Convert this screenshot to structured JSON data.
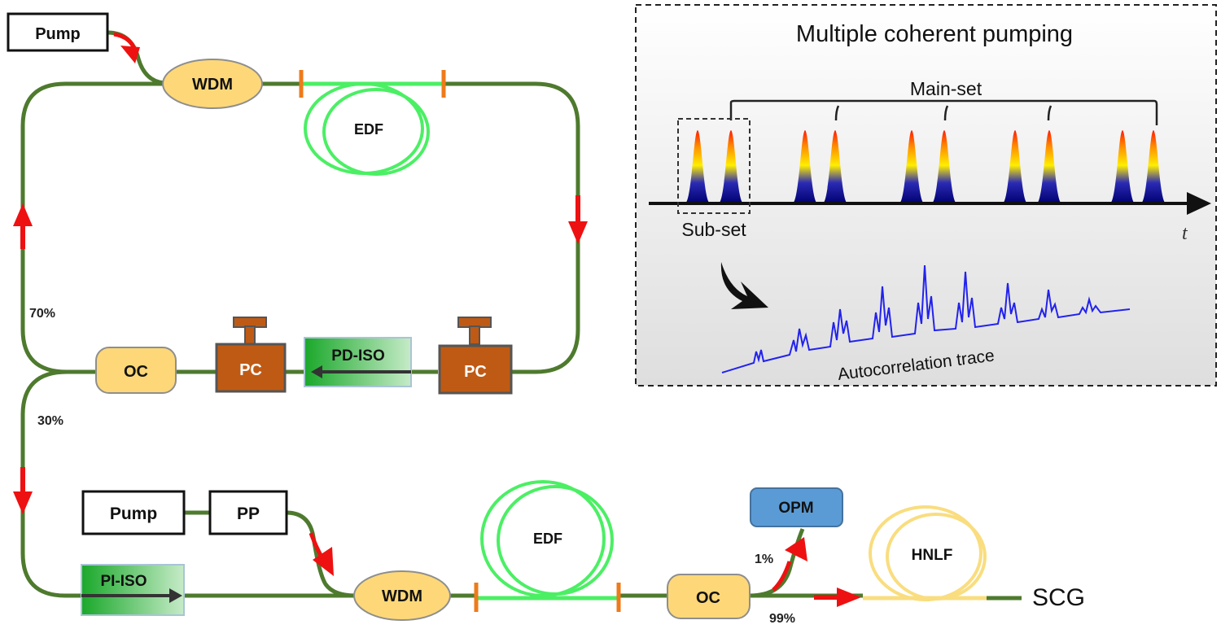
{
  "colors": {
    "fiber": "#4e7a2e",
    "edf_fiber": "#4bef64",
    "hnlf_fiber": "#f9dd7f",
    "arrow": "#ee1111",
    "oval_fill": "#fed878",
    "oval_stroke": "#8e8e8e",
    "pc_fill": "#bf5a14",
    "opm_fill": "#5b9bd5",
    "splice": "#ee7a1a",
    "trace": "#2222ee"
  },
  "labels": {
    "pump_top": "Pump",
    "wdm_top": "WDM",
    "edf_top": "EDF",
    "pd_iso": "PD-ISO",
    "pc_left": "PC",
    "pc_right": "PC",
    "oc_top": "OC",
    "split_70": "70%",
    "split_30": "30%",
    "pump_bottom": "Pump",
    "pp": "PP",
    "pi_iso": "PI-ISO",
    "wdm_bottom": "WDM",
    "edf_bottom": "EDF",
    "oc_bottom": "OC",
    "opm": "OPM",
    "split_1": "1%",
    "split_99": "99%",
    "hnlf": "HNLF",
    "scg": "SCG"
  },
  "inset": {
    "title": "Multiple coherent pumping",
    "main_set": "Main-set",
    "sub_set": "Sub-set",
    "axis_var": "t",
    "autocorr": "Autocorrelation trace"
  },
  "icons": {
    "arrow": "red-direction-arrow-icon",
    "curved_arrow": "black-curved-arrow-icon"
  }
}
